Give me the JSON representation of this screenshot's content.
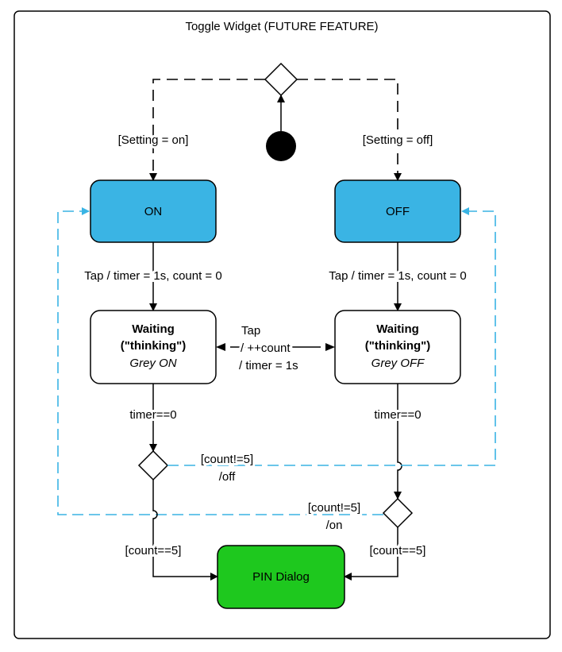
{
  "frame": {
    "title": "Toggle Widget  (FUTURE FEATURE)"
  },
  "states": {
    "on": {
      "label": "ON"
    },
    "off": {
      "label": "OFF"
    },
    "waiting_on": {
      "title_line1": "Waiting",
      "title_line2": "(\"thinking\")",
      "sub": "Grey ON"
    },
    "waiting_off": {
      "title_line1": "Waiting",
      "title_line2": "(\"thinking\")",
      "sub": "Grey OFF"
    },
    "pin": {
      "label": "PIN Dialog"
    }
  },
  "transitions": {
    "setting_on": "[Setting = on]",
    "setting_off": "[Setting = off]",
    "tap_left": "Tap / timer = 1s, count = 0",
    "tap_right": "Tap / timer = 1s, count = 0",
    "tap_mid_1": "Tap",
    "tap_mid_2": "/ ++count",
    "tap_mid_3": "/ timer = 1s",
    "timer_left": "timer==0",
    "timer_right": "timer==0",
    "count_off_1": "[count!=5]",
    "count_off_2": "/off",
    "count_on_1": "[count!=5]",
    "count_on_2": "/on",
    "count_eq_left": "[count==5]",
    "count_eq_right": "[count==5]"
  },
  "colors": {
    "state_blue": "#3ab4e4",
    "state_green": "#1ec81e",
    "dashed_blue": "#3ab4e4",
    "line": "#000000"
  }
}
